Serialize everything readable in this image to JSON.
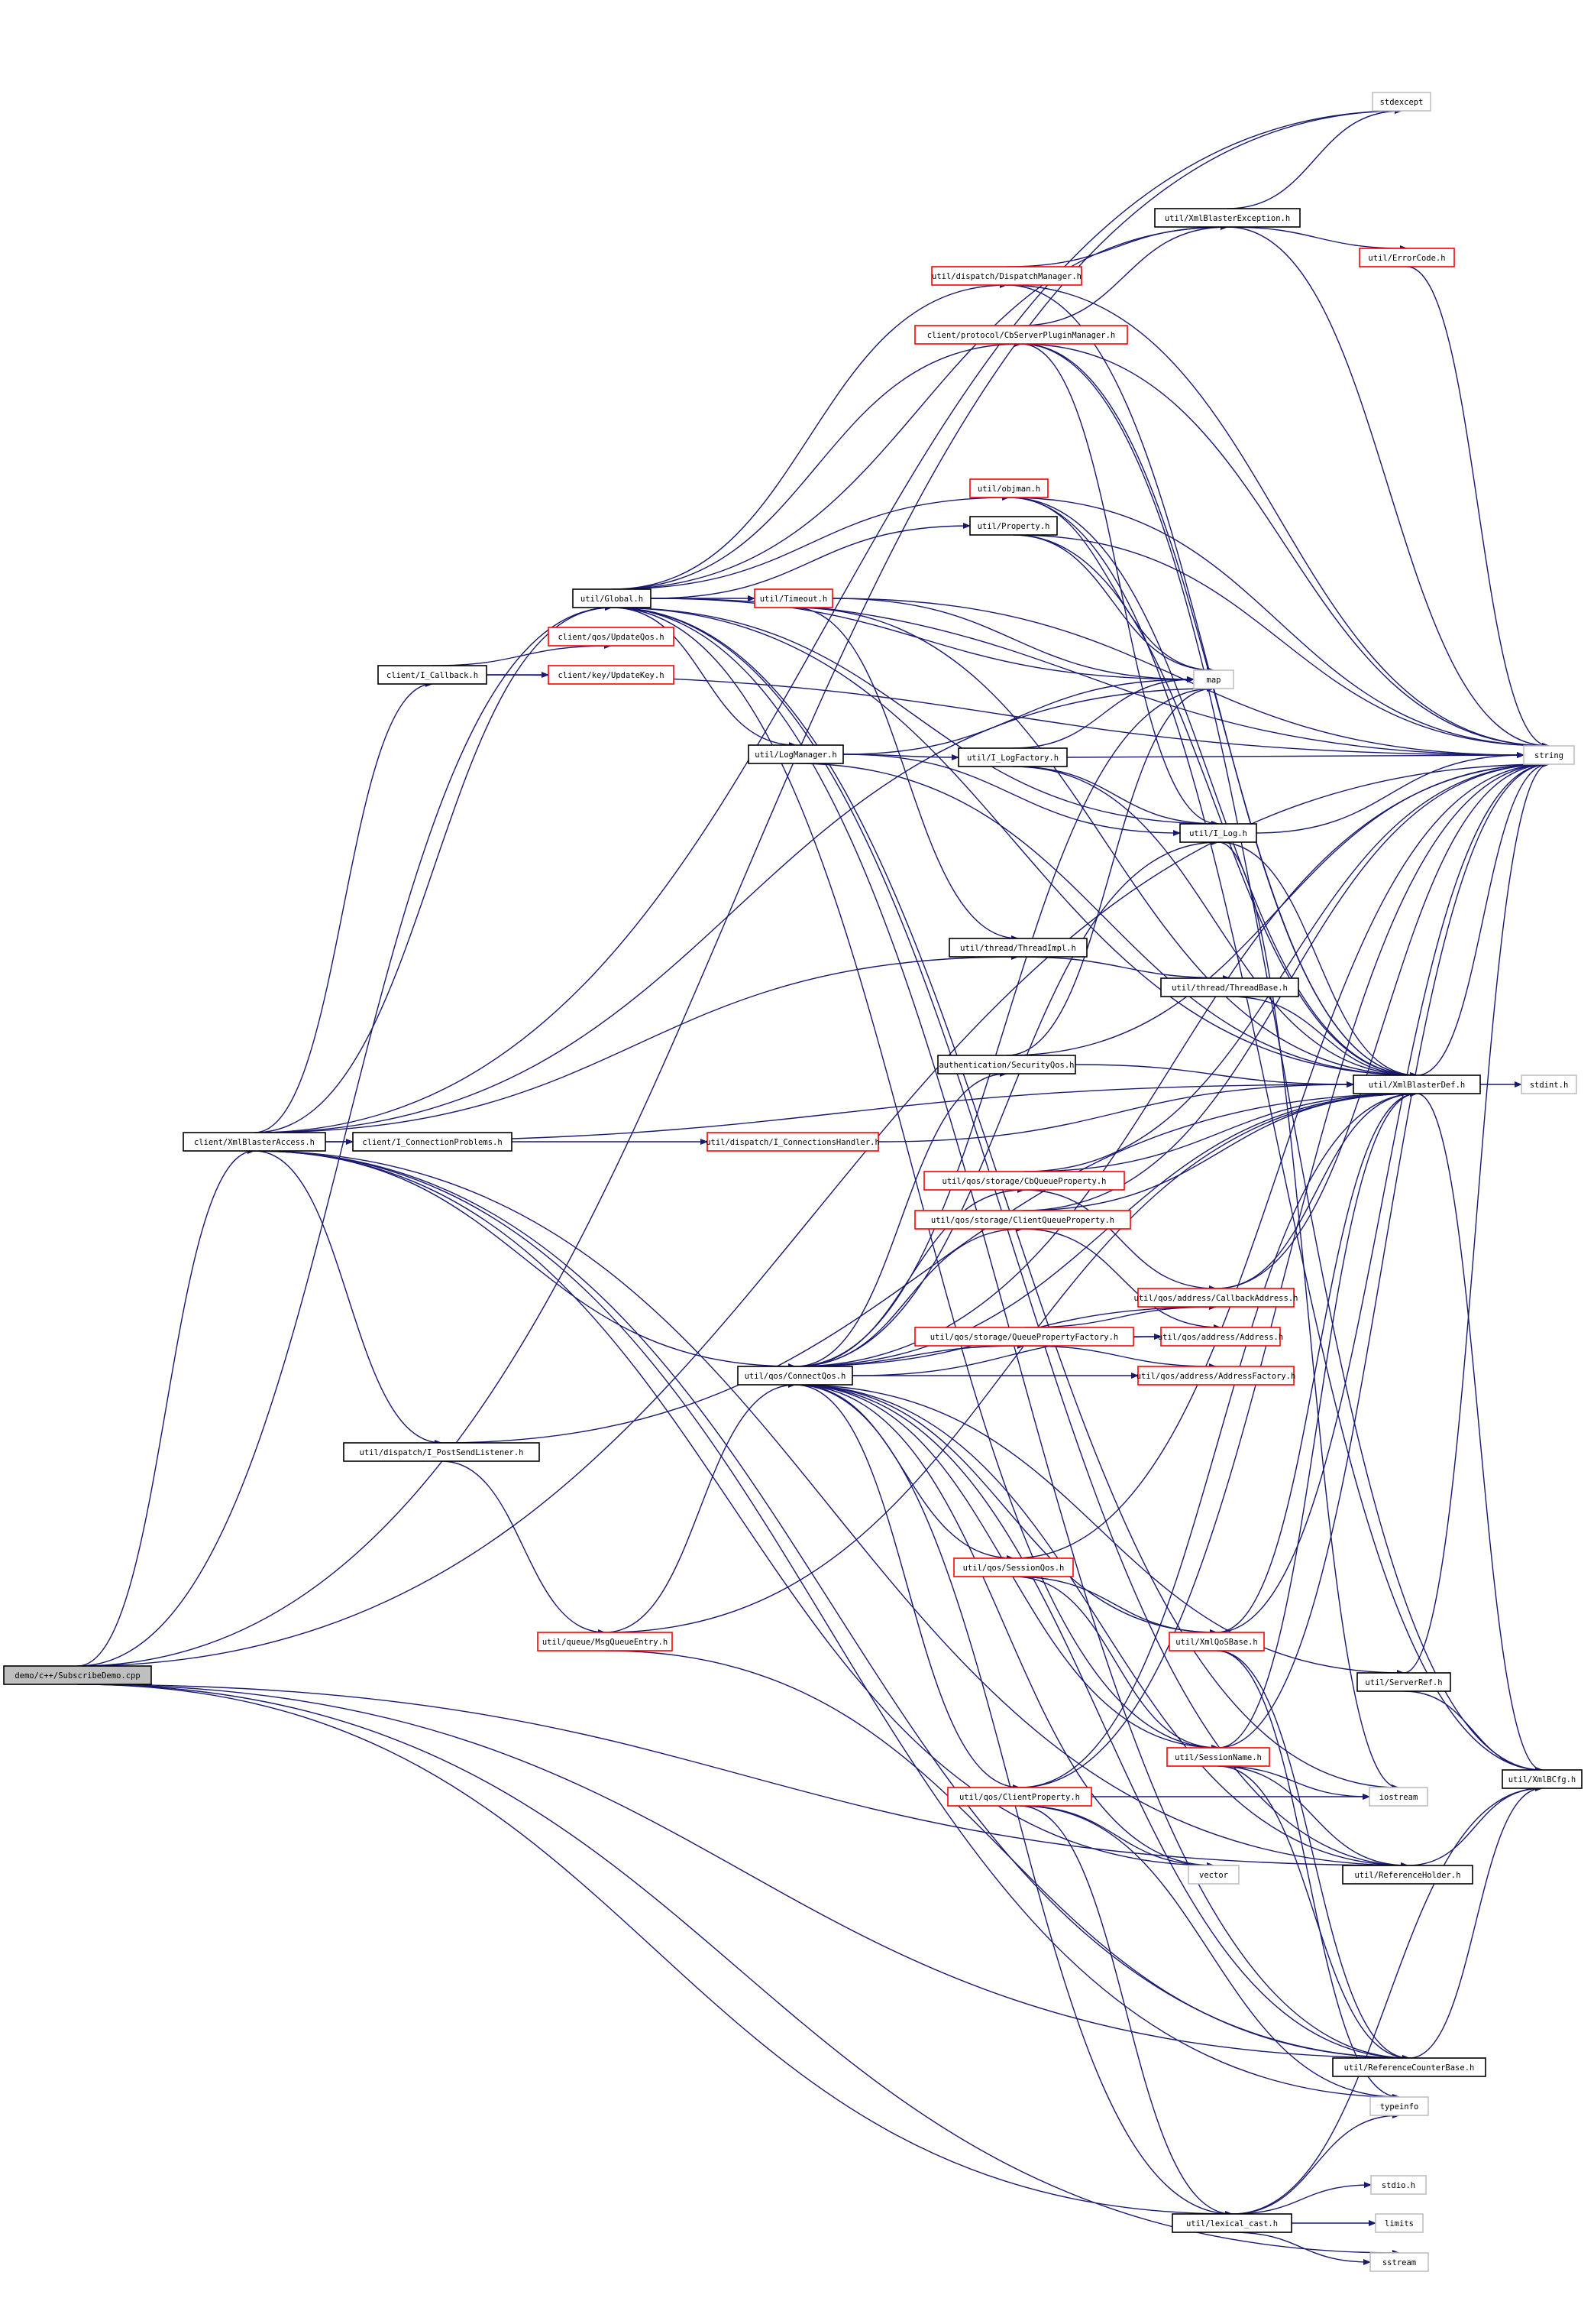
{
  "colors": {
    "edge": "#191970",
    "documented_border": "#000000",
    "undocumented_border": "#ff0000",
    "system_border": "#bfbfbf",
    "root_fill": "#bfbfbf",
    "node_fill": "#ffffff"
  },
  "nodes": {
    "root": "demo/c++/SubscribeDemo.cpp",
    "stdexcept": "stdexcept",
    "xmlblasterexception": "util/XmlBlasterException.h",
    "errorcode": "util/ErrorCode.h",
    "dispatchmanager": "util/dispatch/DispatchManager.h",
    "cbserverpluginmanager": "client/protocol/CbServerPluginManager.h",
    "objman": "util/objman.h",
    "property": "util/Property.h",
    "global": "util/Global.h",
    "timeout": "util/Timeout.h",
    "updateqos": "client/qos/UpdateQos.h",
    "icallback": "client/I_Callback.h",
    "updatekey": "client/key/UpdateKey.h",
    "map": "map",
    "logmanager": "util/LogManager.h",
    "ilogfactory": "util/I_LogFactory.h",
    "string": "string",
    "ilog": "util/I_Log.h",
    "threadimpl": "util/thread/ThreadImpl.h",
    "threadbase": "util/thread/ThreadBase.h",
    "securityqos": "authentication/SecurityQos.h",
    "xmlblasterdef": "util/XmlBlasterDef.h",
    "stdint": "stdint.h",
    "xmlblasteraccess": "client/XmlBlasterAccess.h",
    "iconnectionproblems": "client/I_ConnectionProblems.h",
    "iconnectionshandler": "util/dispatch/I_ConnectionsHandler.h",
    "cbqueueproperty": "util/qos/storage/CbQueueProperty.h",
    "clientqueueproperty": "util/qos/storage/ClientQueueProperty.h",
    "callbackaddress": "util/qos/address/CallbackAddress.h",
    "address": "util/qos/address/Address.h",
    "queuepropertyfactory": "util/qos/storage/QueuePropertyFactory.h",
    "connectqos": "util/qos/ConnectQos.h",
    "addressfactory": "util/qos/address/AddressFactory.h",
    "ipostsendlistener": "util/dispatch/I_PostSendListener.h",
    "sessionqos": "util/qos/SessionQos.h",
    "msgqueueentry": "util/queue/MsgQueueEntry.h",
    "xmlqosbase": "util/XmlQoSBase.h",
    "serverref": "util/ServerRef.h",
    "xmlbcfg": "util/XmlBCfg.h",
    "sessionname": "util/SessionName.h",
    "iostream": "iostream",
    "clientproperty": "util/qos/ClientProperty.h",
    "vector": "vector",
    "referenceholder": "util/ReferenceHolder.h",
    "referencecounterbase": "util/ReferenceCounterBase.h",
    "typeinfo": "typeinfo",
    "stdio": "stdio.h",
    "lexicalcast": "util/lexical_cast.h",
    "limits": "limits",
    "sstream": "sstream"
  },
  "edges": [
    [
      "root",
      "xmlblasteraccess"
    ],
    [
      "root",
      "global"
    ],
    [
      "root",
      "stdexcept"
    ],
    [
      "root",
      "string"
    ],
    [
      "root",
      "referenceholder"
    ],
    [
      "root",
      "referencecounterbase"
    ],
    [
      "root",
      "lexicalcast"
    ],
    [
      "root",
      "sstream"
    ],
    [
      "xmlblasteraccess",
      "global"
    ],
    [
      "xmlblasteraccess",
      "icallback"
    ],
    [
      "xmlblasteraccess",
      "iconnectionproblems"
    ],
    [
      "xmlblasteraccess",
      "ipostsendlistener"
    ],
    [
      "xmlblasteraccess",
      "connectqos"
    ],
    [
      "xmlblasteraccess",
      "threadimpl"
    ],
    [
      "xmlblasteraccess",
      "xmlblasterdef"
    ],
    [
      "xmlblasteraccess",
      "map"
    ],
    [
      "xmlblasteraccess",
      "stdexcept"
    ],
    [
      "xmlblasteraccess",
      "vector"
    ],
    [
      "xmlblasteraccess",
      "referenceholder"
    ],
    [
      "xmlblasteraccess",
      "referencecounterbase"
    ],
    [
      "xmlblasteraccess",
      "typeinfo"
    ],
    [
      "icallback",
      "updateqos"
    ],
    [
      "icallback",
      "updatekey"
    ],
    [
      "icallback",
      "string"
    ],
    [
      "global",
      "timeout"
    ],
    [
      "global",
      "objman"
    ],
    [
      "global",
      "property"
    ],
    [
      "global",
      "dispatchmanager"
    ],
    [
      "global",
      "cbserverpluginmanager"
    ],
    [
      "global",
      "xmlblasterexception"
    ],
    [
      "global",
      "string"
    ],
    [
      "global",
      "map"
    ],
    [
      "global",
      "logmanager"
    ],
    [
      "global",
      "ilog"
    ],
    [
      "global",
      "xmlblasterdef"
    ],
    [
      "global",
      "sessionname"
    ],
    [
      "global",
      "referenceholder"
    ],
    [
      "global",
      "referencecounterbase"
    ],
    [
      "global",
      "iostream"
    ],
    [
      "dispatchmanager",
      "xmlblasterexception"
    ],
    [
      "dispatchmanager",
      "string"
    ],
    [
      "dispatchmanager",
      "xmlblasterdef"
    ],
    [
      "cbserverpluginmanager",
      "xmlblasterexception"
    ],
    [
      "cbserverpluginmanager",
      "string"
    ],
    [
      "cbserverpluginmanager",
      "xmlblasterdef"
    ],
    [
      "cbserverpluginmanager",
      "ilog"
    ],
    [
      "cbserverpluginmanager",
      "xmlbcfg"
    ],
    [
      "xmlblasterexception",
      "stdexcept"
    ],
    [
      "xmlblasterexception",
      "errorcode"
    ],
    [
      "xmlblasterexception",
      "string"
    ],
    [
      "errorcode",
      "string"
    ],
    [
      "objman",
      "map"
    ],
    [
      "objman",
      "string"
    ],
    [
      "objman",
      "xmlblasterdef"
    ],
    [
      "objman",
      "xmlbcfg"
    ],
    [
      "property",
      "map"
    ],
    [
      "property",
      "string"
    ],
    [
      "property",
      "xmlblasterdef"
    ],
    [
      "timeout",
      "map"
    ],
    [
      "timeout",
      "threadimpl"
    ],
    [
      "timeout",
      "string"
    ],
    [
      "timeout",
      "xmlblasterdef"
    ],
    [
      "logmanager",
      "ilogfactory"
    ],
    [
      "logmanager",
      "ilog"
    ],
    [
      "logmanager",
      "map"
    ],
    [
      "logmanager",
      "xmlblasterdef"
    ],
    [
      "ilogfactory",
      "ilog"
    ],
    [
      "ilogfactory",
      "string"
    ],
    [
      "ilogfactory",
      "map"
    ],
    [
      "ilogfactory",
      "xmlblasterdef"
    ],
    [
      "ilog",
      "string"
    ],
    [
      "ilog",
      "xmlblasterdef"
    ],
    [
      "ilog",
      "iostream"
    ],
    [
      "threadimpl",
      "threadbase"
    ],
    [
      "threadbase",
      "xmlblasterdef"
    ],
    [
      "xmlblasterdef",
      "stdint"
    ],
    [
      "xmlblasterdef",
      "string"
    ],
    [
      "xmlblasterdef",
      "xmlbcfg"
    ],
    [
      "securityqos",
      "xmlblasterdef"
    ],
    [
      "securityqos",
      "string"
    ],
    [
      "securityqos",
      "map"
    ],
    [
      "iconnectionproblems",
      "iconnectionshandler"
    ],
    [
      "iconnectionshandler",
      "xmlblasterdef"
    ],
    [
      "ipostsendlistener",
      "msgqueueentry"
    ],
    [
      "ipostsendlistener",
      "xmlblasterdef"
    ],
    [
      "msgqueueentry",
      "connectqos"
    ],
    [
      "msgqueueentry",
      "xmlblasterdef"
    ],
    [
      "msgqueueentry",
      "referencecounterbase"
    ],
    [
      "connectqos",
      "securityqos"
    ],
    [
      "connectqos",
      "cbqueueproperty"
    ],
    [
      "connectqos",
      "clientqueueproperty"
    ],
    [
      "connectqos",
      "queuepropertyfactory"
    ],
    [
      "connectqos",
      "addressfactory"
    ],
    [
      "connectqos",
      "callbackaddress"
    ],
    [
      "connectqos",
      "address"
    ],
    [
      "connectqos",
      "sessionqos"
    ],
    [
      "connectqos",
      "xmlqosbase"
    ],
    [
      "connectqos",
      "serverref"
    ],
    [
      "connectqos",
      "sessionname"
    ],
    [
      "connectqos",
      "clientproperty"
    ],
    [
      "connectqos",
      "vector"
    ],
    [
      "connectqos",
      "referenceholder"
    ],
    [
      "connectqos",
      "ilog"
    ],
    [
      "connectqos",
      "xmlblasterdef"
    ],
    [
      "connectqos",
      "map"
    ],
    [
      "connectqos",
      "string"
    ],
    [
      "connectqos",
      "lexicalcast"
    ],
    [
      "connectqos",
      "referencecounterbase"
    ],
    [
      "cbqueueproperty",
      "xmlblasterdef"
    ],
    [
      "cbqueueproperty",
      "callbackaddress"
    ],
    [
      "cbqueueproperty",
      "string"
    ],
    [
      "clientqueueproperty",
      "xmlblasterdef"
    ],
    [
      "clientqueueproperty",
      "address"
    ],
    [
      "clientqueueproperty",
      "string"
    ],
    [
      "queuepropertyfactory",
      "callbackaddress"
    ],
    [
      "queuepropertyfactory",
      "address"
    ],
    [
      "queuepropertyfactory",
      "addressfactory"
    ],
    [
      "callbackaddress",
      "xmlblasterdef"
    ],
    [
      "callbackaddress",
      "string"
    ],
    [
      "sessionqos",
      "xmlqosbase"
    ],
    [
      "sessionqos",
      "sessionname"
    ],
    [
      "sessionqos",
      "string"
    ],
    [
      "xmlqosbase",
      "xmlblasterdef"
    ],
    [
      "xmlqosbase",
      "string"
    ],
    [
      "xmlqosbase",
      "referencecounterbase"
    ],
    [
      "xmlqosbase",
      "typeinfo"
    ],
    [
      "serverref",
      "string"
    ],
    [
      "serverref",
      "xmlbcfg"
    ],
    [
      "sessionname",
      "xmlblasterdef"
    ],
    [
      "sessionname",
      "referenceholder"
    ],
    [
      "sessionname",
      "referencecounterbase"
    ],
    [
      "sessionname",
      "iostream"
    ],
    [
      "sessionname",
      "string"
    ],
    [
      "clientproperty",
      "xmlblasterdef"
    ],
    [
      "clientproperty",
      "iostream"
    ],
    [
      "clientproperty",
      "vector"
    ],
    [
      "clientproperty",
      "lexicalcast"
    ],
    [
      "clientproperty",
      "string"
    ],
    [
      "clientproperty",
      "typeinfo"
    ],
    [
      "referenceholder",
      "xmlbcfg"
    ],
    [
      "referencecounterbase",
      "xmlbcfg"
    ],
    [
      "lexicalcast",
      "stdio"
    ],
    [
      "lexicalcast",
      "limits"
    ],
    [
      "lexicalcast",
      "sstream"
    ],
    [
      "lexicalcast",
      "typeinfo"
    ],
    [
      "lexicalcast",
      "xmlbcfg"
    ]
  ]
}
